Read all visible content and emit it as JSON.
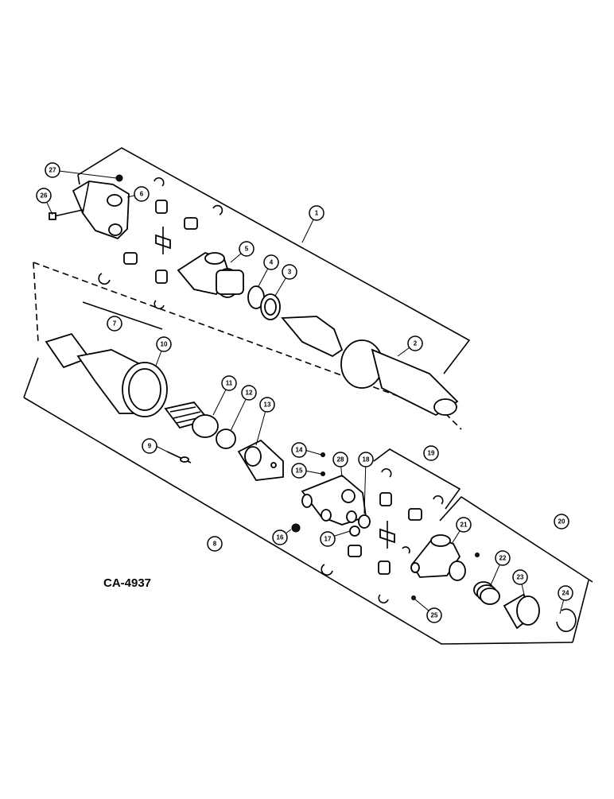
{
  "figure_code": "CA-4937",
  "callouts": [
    {
      "id": "c1",
      "label": "1"
    },
    {
      "id": "c2",
      "label": "2"
    },
    {
      "id": "c3",
      "label": "3"
    },
    {
      "id": "c4",
      "label": "4"
    },
    {
      "id": "c5",
      "label": "5"
    },
    {
      "id": "c6",
      "label": "6"
    },
    {
      "id": "c7",
      "label": "7"
    },
    {
      "id": "c8",
      "label": "8"
    },
    {
      "id": "c9",
      "label": "9"
    },
    {
      "id": "c10",
      "label": "10"
    },
    {
      "id": "c11",
      "label": "11"
    },
    {
      "id": "c12",
      "label": "12"
    },
    {
      "id": "c13",
      "label": "13"
    },
    {
      "id": "c14",
      "label": "14"
    },
    {
      "id": "c15",
      "label": "15"
    },
    {
      "id": "c16",
      "label": "16"
    },
    {
      "id": "c17",
      "label": "17"
    },
    {
      "id": "c18",
      "label": "18"
    },
    {
      "id": "c19",
      "label": "19"
    },
    {
      "id": "c20",
      "label": "20"
    },
    {
      "id": "c21",
      "label": "21"
    },
    {
      "id": "c22",
      "label": "22"
    },
    {
      "id": "c23",
      "label": "23"
    },
    {
      "id": "c24",
      "label": "24"
    },
    {
      "id": "c25",
      "label": "25"
    },
    {
      "id": "c26",
      "label": "26"
    },
    {
      "id": "c27",
      "label": "27"
    },
    {
      "id": "c28",
      "label": "28"
    }
  ]
}
